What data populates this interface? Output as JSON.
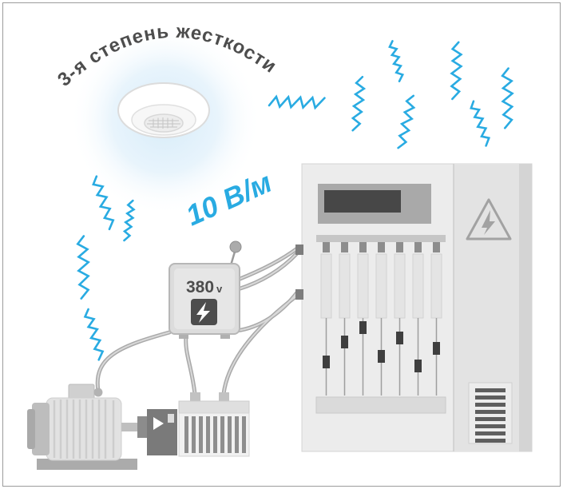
{
  "illustration": {
    "severity_label": "3-я степень жесткости",
    "field_strength_label": "10 В/м",
    "voltage_number": "380",
    "voltage_unit": "v"
  },
  "colors": {
    "interference_blue": "#29abe2",
    "label_gray": "#4d4d4d"
  },
  "icons": {
    "smoke_detector": "smoke-detector-icon",
    "interference": "interference-zigzag-icon",
    "lightning_bolt": "lightning-bolt-icon",
    "high_voltage_warning": "high-voltage-warning-icon",
    "antenna": "antenna-icon"
  }
}
